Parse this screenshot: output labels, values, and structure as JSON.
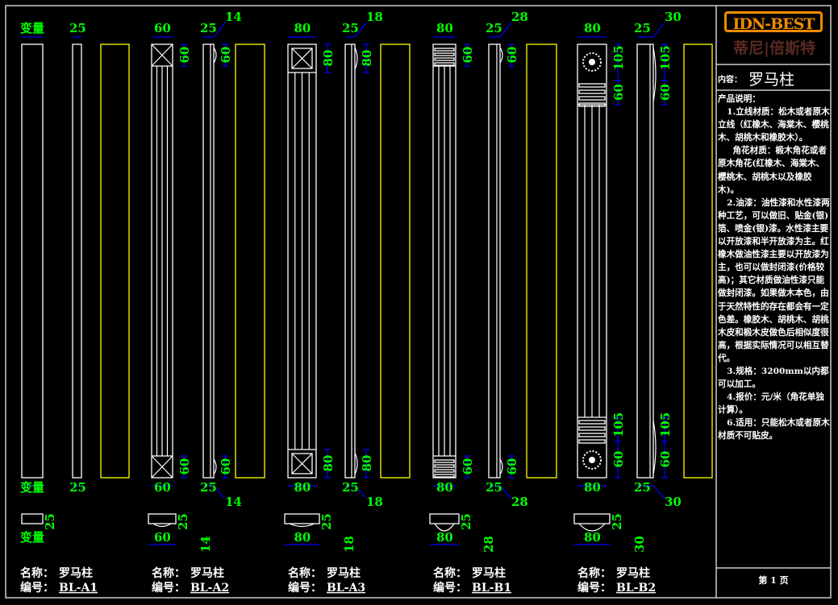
{
  "brand": {
    "logo_text": "IDN-BEST",
    "logo_cn": "蒂尼|倍斯特"
  },
  "panel": {
    "content_label": "内容：",
    "content_value": "罗马柱",
    "description_title": "产品说明：",
    "description": [
      "   1.立线材质：松木或者原木立线（红橡木、海棠木、樱桃木、胡桃木和橡胶木）。",
      "     角花材质：椴木角花或者原木角花(红橡木、海棠木、樱桃木、胡桃木以及橡胶木)。",
      "   2.油漆：油性漆和水性漆两种工艺，可以做旧、贴金(银)箔、喷金(银)漆。水性漆主要以开放漆和半开放漆为主。红橡木做油性漆主要以开放漆为主，也可以做封闭漆(价格较高)；其它材质做油性漆只能做封闭漆。如果做木本色，由于天然特性的存在都会有一定色差。橡胶木、胡桃木、胡桃木皮和椴木皮做色后相似度很高，根据实际情况可以相互替代。",
      "   3.规格：3200mm以内都可以加工。",
      "   4.报价：元/米（角花单独计算）。",
      "   6.适用：只能松木或者原木材质不可贴皮。"
    ],
    "page": "第 1 页"
  },
  "products": [
    {
      "name_label": "名称：",
      "name": "罗马柱",
      "code_label": "编号：",
      "code": "BL-A1",
      "width": "变量",
      "depth": "25",
      "proj": "",
      "cap": []
    },
    {
      "name_label": "名称：",
      "name": "罗马柱",
      "code_label": "编号：",
      "code": "BL-A2",
      "width": "60",
      "depth": "25",
      "proj": "14",
      "cap": [
        "60"
      ]
    },
    {
      "name_label": "名称：",
      "name": "罗马柱",
      "code_label": "编号：",
      "code": "BL-A3",
      "width": "80",
      "depth": "25",
      "proj": "18",
      "cap": [
        "80"
      ]
    },
    {
      "name_label": "名称：",
      "name": "罗马柱",
      "code_label": "编号：",
      "code": "BL-B1",
      "width": "80",
      "depth": "25",
      "proj": "28",
      "cap": [
        "60"
      ]
    },
    {
      "name_label": "名称：",
      "name": "罗马柱",
      "code_label": "编号：",
      "code": "BL-B2",
      "width": "80",
      "depth": "25",
      "proj": "30",
      "cap": [
        "105",
        "60"
      ]
    }
  ],
  "colors": {
    "dim_text": "#00ff00",
    "dim_line": "#0000ff",
    "outline": "#ffffff",
    "panel": "#ffff00",
    "brand": "#f08c00"
  }
}
